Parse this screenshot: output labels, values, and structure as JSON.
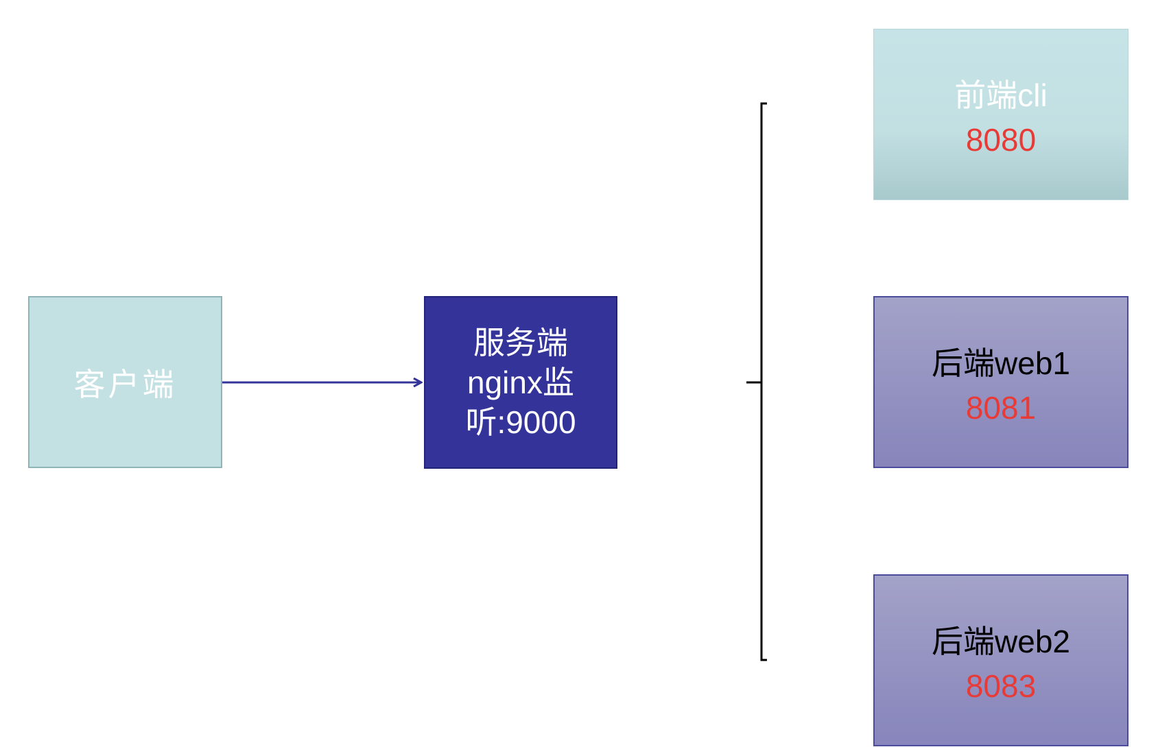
{
  "client": {
    "label": "客户端"
  },
  "server": {
    "label": "服务端\nnginx监\n听:9000"
  },
  "frontend": {
    "name": "前端cli",
    "port": "8080"
  },
  "backend1": {
    "name": "后端web1",
    "port": "8081"
  },
  "backend2": {
    "name": "后端web2",
    "port": "8083"
  },
  "colors": {
    "client_fill": "#c3e0e3",
    "server_fill": "#333399",
    "frontend_fill": "#c6e4e7",
    "backend_fill": "#9796c2",
    "port_text": "#e83a36",
    "arrow": "#333399"
  }
}
